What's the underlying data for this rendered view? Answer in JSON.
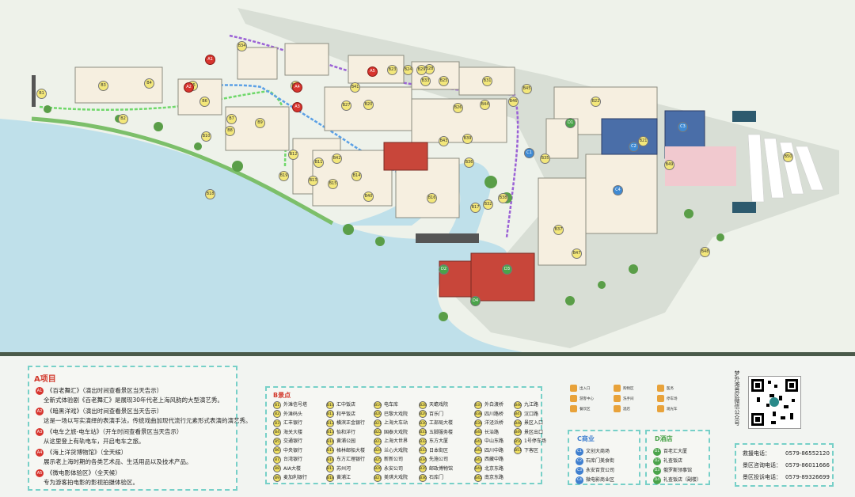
{
  "colors": {
    "water": "#bfe0ea",
    "land": "#eef2ea",
    "road": "#cfd6cd",
    "tram_green": "#6fd86a",
    "tram_purple": "#9b62d6",
    "tram_blue": "#5aa0e6",
    "panel_border": "#77d0c8",
    "accent_red": "#d23a2d"
  },
  "map": {
    "markers": [
      {
        "code": "B1",
        "color": "yellow"
      },
      {
        "code": "B2",
        "color": "yellow"
      },
      {
        "code": "B3",
        "color": "yellow"
      },
      {
        "code": "B4",
        "color": "yellow"
      },
      {
        "code": "B5",
        "color": "yellow"
      },
      {
        "code": "B6",
        "color": "yellow"
      },
      {
        "code": "B7",
        "color": "yellow"
      },
      {
        "code": "B8",
        "color": "yellow"
      },
      {
        "code": "B9",
        "color": "yellow"
      },
      {
        "code": "B10",
        "color": "yellow"
      },
      {
        "code": "B11",
        "color": "yellow"
      },
      {
        "code": "B12",
        "color": "yellow"
      },
      {
        "code": "B13",
        "color": "yellow"
      },
      {
        "code": "B14",
        "color": "yellow"
      },
      {
        "code": "B15",
        "color": "yellow"
      },
      {
        "code": "B16",
        "color": "yellow"
      },
      {
        "code": "B17",
        "color": "yellow"
      },
      {
        "code": "B18",
        "color": "yellow"
      },
      {
        "code": "B19",
        "color": "yellow"
      },
      {
        "code": "B20",
        "color": "yellow"
      },
      {
        "code": "B21",
        "color": "yellow"
      },
      {
        "code": "B22",
        "color": "yellow"
      },
      {
        "code": "B23",
        "color": "yellow"
      },
      {
        "code": "B24",
        "color": "yellow"
      },
      {
        "code": "B25",
        "color": "yellow"
      },
      {
        "code": "B26",
        "color": "yellow"
      },
      {
        "code": "B27",
        "color": "yellow"
      },
      {
        "code": "B28",
        "color": "yellow"
      },
      {
        "code": "B29",
        "color": "yellow"
      },
      {
        "code": "B30",
        "color": "yellow"
      },
      {
        "code": "B31",
        "color": "yellow"
      },
      {
        "code": "B32",
        "color": "yellow"
      },
      {
        "code": "B33",
        "color": "yellow"
      },
      {
        "code": "B34",
        "color": "yellow"
      },
      {
        "code": "B35",
        "color": "yellow"
      },
      {
        "code": "B36",
        "color": "yellow"
      },
      {
        "code": "B37",
        "color": "yellow"
      },
      {
        "code": "B38",
        "color": "yellow"
      },
      {
        "code": "B39",
        "color": "yellow"
      },
      {
        "code": "B40",
        "color": "yellow"
      },
      {
        "code": "B41",
        "color": "yellow"
      },
      {
        "code": "B42",
        "color": "yellow"
      },
      {
        "code": "B43",
        "color": "yellow"
      },
      {
        "code": "B44",
        "color": "yellow"
      },
      {
        "code": "B45",
        "color": "yellow"
      },
      {
        "code": "B46",
        "color": "yellow"
      },
      {
        "code": "B47",
        "color": "yellow"
      },
      {
        "code": "B48",
        "color": "yellow"
      },
      {
        "code": "B49",
        "color": "yellow"
      },
      {
        "code": "B50",
        "color": "yellow"
      },
      {
        "code": "A1",
        "color": "red"
      },
      {
        "code": "A2",
        "color": "red"
      },
      {
        "code": "A3",
        "color": "red"
      },
      {
        "code": "A4",
        "color": "red"
      },
      {
        "code": "A5",
        "color": "red"
      },
      {
        "code": "C1",
        "color": "blue"
      },
      {
        "code": "C2",
        "color": "blue"
      },
      {
        "code": "C3",
        "color": "blue"
      },
      {
        "code": "C4",
        "color": "blue"
      },
      {
        "code": "D1",
        "color": "green"
      },
      {
        "code": "D2",
        "color": "green"
      },
      {
        "code": "D3",
        "color": "green"
      },
      {
        "code": "D4",
        "color": "green"
      }
    ]
  },
  "panel_a": {
    "title": "A项目",
    "items": [
      {
        "num": "A1",
        "name": "《百老舞汇》（演出时间查看景区当天告示）",
        "desc": "全新式体验剧《百老舞汇》是展现30年代老上海风韵的大型演艺秀。"
      },
      {
        "num": "A2",
        "name": "《暗黑洋戏》（演出时间查看景区当天告示）",
        "desc": "这是一场以写实演绎的表演手法，传统戏曲加现代流行元素形式表演的演艺秀。"
      },
      {
        "num": "A3",
        "name": "《电车之旅-电车站》（开车时间查看景区当天告示）",
        "desc": "从这里登上有轨电车，开启电车之旅。"
      },
      {
        "num": "A4",
        "name": "《海上洋货博物馆》（全天候）",
        "desc": "展示老上海时期的各类艺术品、生活用品以及技术产品。"
      },
      {
        "num": "A5",
        "name": "《微电影体验区》（全天候）",
        "desc": "专为游客拍电影的影视拍摄体验区。"
      }
    ]
  },
  "panel_b": {
    "title": "B景点",
    "entries": [
      {
        "code": "B1",
        "name": "外滩信号塔"
      },
      {
        "code": "B2",
        "name": "外滩码头"
      },
      {
        "code": "B3",
        "name": "汇丰银行"
      },
      {
        "code": "B4",
        "name": "海关大楼"
      },
      {
        "code": "B5",
        "name": "交通银行"
      },
      {
        "code": "B6",
        "name": "中央银行"
      },
      {
        "code": "B7",
        "name": "台湾银行"
      },
      {
        "code": "B8",
        "name": "AIA大楼"
      },
      {
        "code": "B9",
        "name": "麦加利银行"
      },
      {
        "code": "B10",
        "name": "汇中饭店"
      },
      {
        "code": "B11",
        "name": "和平饭店"
      },
      {
        "code": "B12",
        "name": "横滨正金银行"
      },
      {
        "code": "B13",
        "name": "怡和洋行"
      },
      {
        "code": "B14",
        "name": "黄浦公园"
      },
      {
        "code": "B15",
        "name": "格林邮船大楼"
      },
      {
        "code": "B16",
        "name": "东方汇理银行"
      },
      {
        "code": "B17",
        "name": "苏州河"
      },
      {
        "code": "B18",
        "name": "黄浦江"
      },
      {
        "code": "B19",
        "name": "电车库"
      },
      {
        "code": "B20",
        "name": "巴黎大戏院"
      },
      {
        "code": "B21",
        "name": "上海大车站"
      },
      {
        "code": "B22",
        "name": "国泰大戏院"
      },
      {
        "code": "B23",
        "name": "上海大世界"
      },
      {
        "code": "B24",
        "name": "兰心大戏院"
      },
      {
        "code": "B25",
        "name": "新新公司"
      },
      {
        "code": "B26",
        "name": "永安公司"
      },
      {
        "code": "B27",
        "name": "美琪大戏院"
      },
      {
        "code": "B28",
        "name": "天蟾戏院"
      },
      {
        "code": "B29",
        "name": "百乐门"
      },
      {
        "code": "B30",
        "name": "工部局大楼"
      },
      {
        "code": "B31",
        "name": "五脚服务楼"
      },
      {
        "code": "B32",
        "name": "东方大厦"
      },
      {
        "code": "B33",
        "name": "日本街区"
      },
      {
        "code": "B34",
        "name": "先施公司"
      },
      {
        "code": "B35",
        "name": "邮政博物馆"
      },
      {
        "code": "B36",
        "name": "石库门"
      },
      {
        "code": "B37",
        "name": "外白渡桥"
      },
      {
        "code": "B38",
        "name": "四川路桥"
      },
      {
        "code": "B39",
        "name": "洋泾浜桥"
      },
      {
        "code": "B40",
        "name": "长治路"
      },
      {
        "code": "B41",
        "name": "中山东路"
      },
      {
        "code": "B42",
        "name": "四川中路"
      },
      {
        "code": "B43",
        "name": "西藏中路"
      },
      {
        "code": "B44",
        "name": "北京东路"
      },
      {
        "code": "B45",
        "name": "南京东路"
      },
      {
        "code": "B46",
        "name": "九江路"
      },
      {
        "code": "B47",
        "name": "汉口路"
      },
      {
        "code": "B48",
        "name": "景区入口"
      },
      {
        "code": "B49",
        "name": "景区出口"
      },
      {
        "code": "B50",
        "name": "1号停车场"
      },
      {
        "code": "B51",
        "name": "下客区"
      }
    ],
    "legend": [
      {
        "icon": "entrance-icon",
        "label": "出入口"
      },
      {
        "icon": "service-icon",
        "label": "游客中心"
      },
      {
        "icon": "food-icon",
        "label": "餐饮区"
      },
      {
        "icon": "shop-icon",
        "label": "购物区"
      },
      {
        "icon": "toilet-icon",
        "label": "洗手间"
      },
      {
        "icon": "hotel-icon",
        "label": "酒店"
      },
      {
        "icon": "medical-icon",
        "label": "医务"
      },
      {
        "icon": "parking-icon",
        "label": "停车场"
      },
      {
        "icon": "bus-icon",
        "label": "观光车"
      }
    ]
  },
  "panel_c": {
    "title": "C商业",
    "entries": [
      {
        "code": "C1",
        "name": "文创大商场"
      },
      {
        "code": "C2",
        "name": "石库门美食街"
      },
      {
        "code": "C3",
        "name": "永安百货公司"
      },
      {
        "code": "C4",
        "name": "微电影商业区"
      }
    ]
  },
  "panel_d": {
    "title": "D酒店",
    "entries": [
      {
        "code": "D1",
        "name": "百老汇大厦"
      },
      {
        "code": "D2",
        "name": "礼查饭店"
      },
      {
        "code": "D3",
        "name": "俄罗斯领事馆"
      },
      {
        "code": "D4",
        "name": "礼查饭店（副楼）"
      }
    ]
  },
  "org": {
    "name": "梦外滩景区微信公众号"
  },
  "contact": [
    {
      "label": "救援电话：",
      "number": "0579-86552120"
    },
    {
      "label": "景区咨询电话：",
      "number": "0579-86011666"
    },
    {
      "label": "景区投诉电话：",
      "number": "0579-89326699"
    }
  ]
}
